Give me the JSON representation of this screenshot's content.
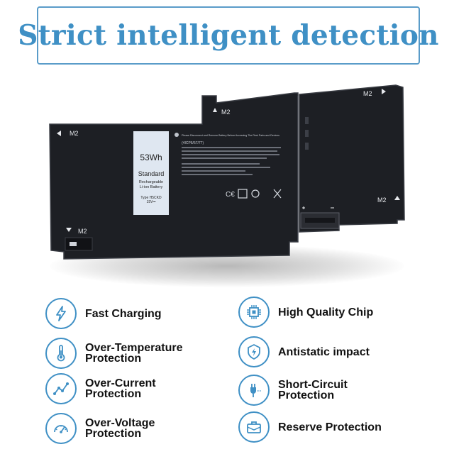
{
  "title": "Strict intelligent detection",
  "battery": {
    "mount_label": "M2",
    "capacity": "53Wh",
    "standard": "Standard",
    "rechargeable": "Rechargeable",
    "chemistry": "Li-ion Battery",
    "type_label": "Type H5CKD",
    "voltage": "15V⎓",
    "cell_code": "(4ICP6/57/77)",
    "warning_header": "Please Disconnect and Remove Battery Before Accessing The Rest Parts and Devices"
  },
  "features": [
    {
      "label": "Fast Charging",
      "icon": "lightning-icon"
    },
    {
      "label": "High Quality Chip",
      "icon": "chip-icon"
    },
    {
      "label": "Over-Temperature Protection",
      "icon": "thermometer-icon"
    },
    {
      "label": "Antistatic impact",
      "icon": "antistatic-icon"
    },
    {
      "label": "Over-Current Protection",
      "icon": "current-graph-icon"
    },
    {
      "label": "Short-Circuit Protection",
      "icon": "plug-icon"
    },
    {
      "label": "Over-Voltage Protection",
      "icon": "gauge-icon"
    },
    {
      "label": "Reserve Protection",
      "icon": "briefcase-icon"
    }
  ],
  "colors": {
    "accent": "#3f90c5",
    "battery_body": "#1d1f24",
    "label_panel": "#dfe7f1"
  }
}
